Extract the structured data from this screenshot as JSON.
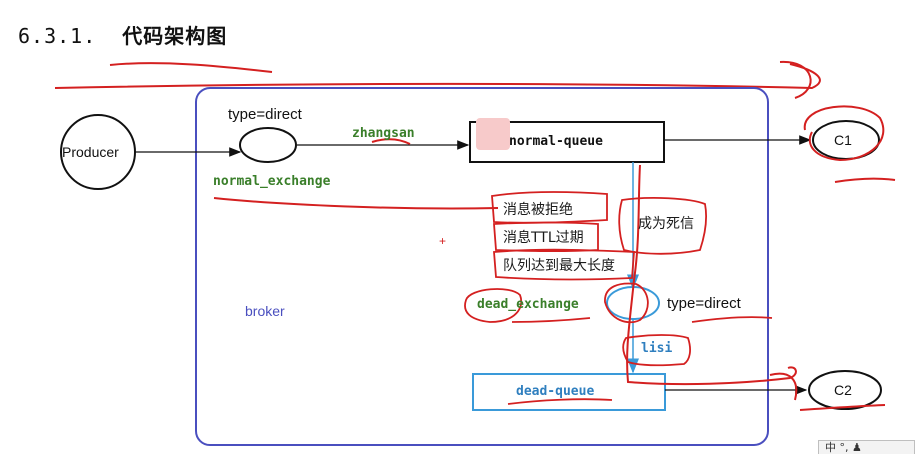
{
  "heading": {
    "number": "6.3.1.",
    "title": "代码架构图"
  },
  "nodes": {
    "producer": "Producer",
    "normal_exchange_type": "type=direct",
    "normal_exchange": "normal_exchange",
    "routing_key_normal": "zhangsan",
    "normal_queue": "normal-queue",
    "consumer1": "C1",
    "broker": "broker",
    "dead_exchange": "dead_exchange",
    "dead_exchange_type": "type=direct",
    "routing_key_dead": "lisi",
    "dead_queue": "dead-queue",
    "consumer2": "C2"
  },
  "dead_letter_reasons": [
    "消息被拒绝",
    "消息TTL过期",
    "队列达到最大长度"
  ],
  "dead_letter_label": "成为死信",
  "plus_mark": "+",
  "ime_bar": "中 °, ♟",
  "colors": {
    "broker_border": "#4a4fbf",
    "annotation_red": "#d42020",
    "dead_queue_border": "#3a9ad9",
    "text_green": "#3a7f2a"
  }
}
